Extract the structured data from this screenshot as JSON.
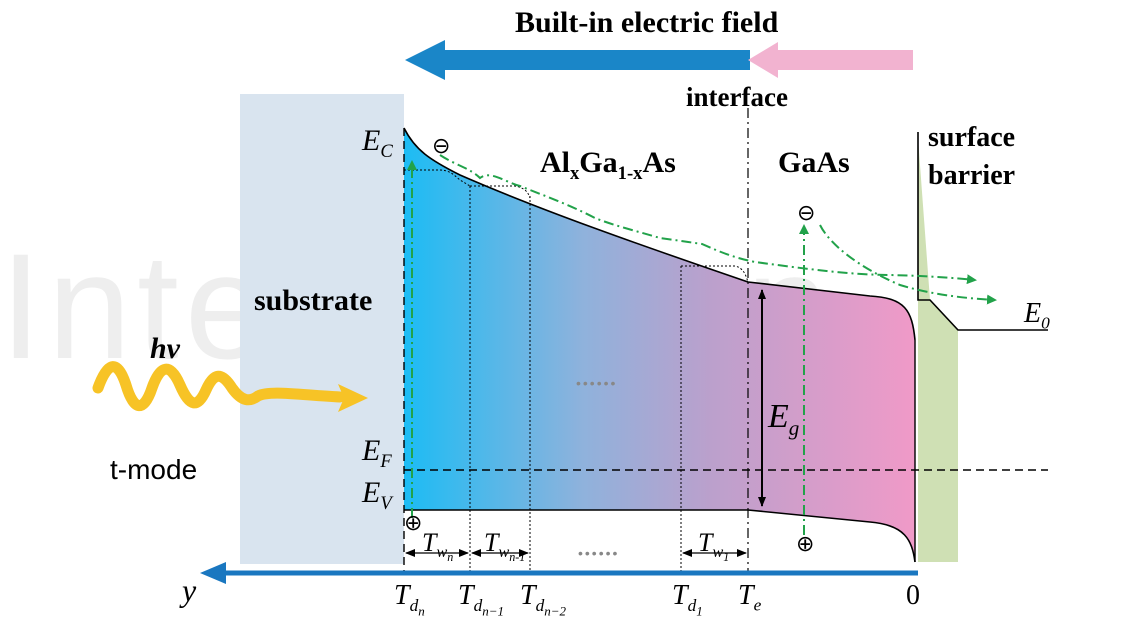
{
  "header": {
    "field_label": "Built-in electric field"
  },
  "labels": {
    "interface": "interface",
    "surface_barrier_line1": "surface",
    "surface_barrier_line2": "barrier",
    "substrate": "substrate",
    "alga_base1": "Al",
    "alga_sub1": "x",
    "alga_base2": "Ga",
    "alga_sub2": "1-x",
    "alga_base3": "As",
    "gaas": "GaAs",
    "hv": "hv",
    "tmode": "t-mode",
    "dots": "••••••",
    "y_axis": "y",
    "origin": "0"
  },
  "energy": {
    "ec": {
      "base": "E",
      "sub": "C"
    },
    "ef": {
      "base": "E",
      "sub": "F"
    },
    "ev": {
      "base": "E",
      "sub": "V"
    },
    "eg": {
      "base": "E",
      "sub": "g"
    },
    "e0": {
      "base": "E",
      "sub": "0"
    }
  },
  "widths": {
    "twn": {
      "base": "T",
      "sub": "w",
      "subsub": "n"
    },
    "twn1": {
      "base": "T",
      "sub": "w",
      "subsub": "n-1"
    },
    "tw1": {
      "base": "T",
      "sub": "w",
      "subsub": "1"
    }
  },
  "positions": {
    "tdn": {
      "base": "T",
      "sub": "d",
      "subsub": "n"
    },
    "tdn1": {
      "base": "T",
      "sub": "d",
      "subsub": "n−1"
    },
    "tdn2": {
      "base": "T",
      "sub": "d",
      "subsub": "n−2"
    },
    "td1": {
      "base": "T",
      "sub": "d",
      "subsub": "1"
    },
    "te": {
      "base": "T",
      "sub": "e"
    }
  },
  "symbols": {
    "electron": "⊖",
    "hole": "⊕"
  },
  "watermark": "IntechOpen",
  "colors": {
    "field_blue": "#1a86c8",
    "field_pink": "#f2b3d0",
    "substrate": "#d9e4ef",
    "gradient_start": "#1cbcf4",
    "gradient_mid": "#a9a2cc",
    "gradient_end": "#f09ac8",
    "barrier_green": "#cfe0b4",
    "carrier_path": "#22a24a",
    "light_yellow": "#f7c326",
    "axis_blue": "#1a77c0"
  }
}
